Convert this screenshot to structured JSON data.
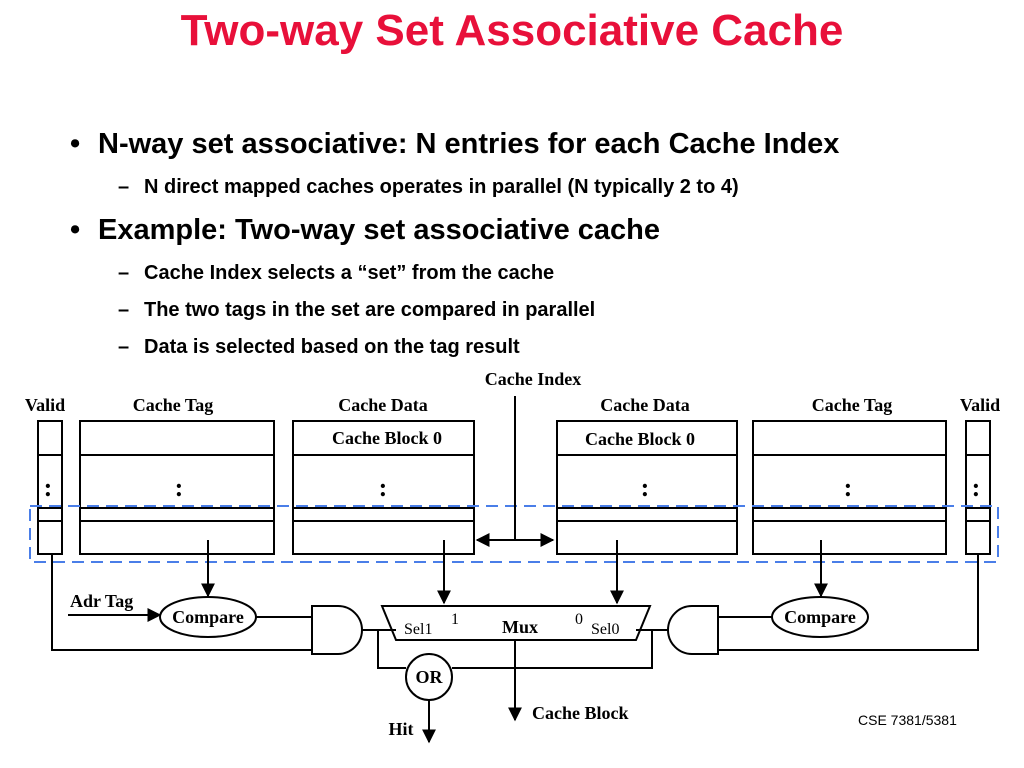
{
  "title": "Two-way Set Associative Cache",
  "bullets": [
    {
      "marker": "•",
      "text": "N-way set associative: N entries for each Cache Index",
      "sub": [
        {
          "marker": "–",
          "text": "N direct mapped caches operates in parallel (N typically 2 to 4)"
        }
      ]
    },
    {
      "marker": "•",
      "text": "Example: Two-way set associative cache",
      "sub": [
        {
          "marker": "–",
          "text": "Cache Index selects a “set” from the cache"
        },
        {
          "marker": "–",
          "text": "The two tags in the set are compared in parallel"
        },
        {
          "marker": "–",
          "text": "Data is selected based on the tag result"
        }
      ]
    }
  ],
  "diagram": {
    "cache_index": "Cache Index",
    "valid": "Valid",
    "cache_tag": "Cache Tag",
    "cache_data": "Cache Data",
    "cache_block_0": "Cache Block 0",
    "ellipsis": ":",
    "adr_tag": "Adr Tag",
    "compare": "Compare",
    "sel1": "Sel1",
    "sel0": "Sel0",
    "one": "1",
    "zero": "0",
    "mux": "Mux",
    "or": "OR",
    "cache_block": "Cache Block",
    "hit": "Hit"
  },
  "footer": "CSE 7381/5381"
}
